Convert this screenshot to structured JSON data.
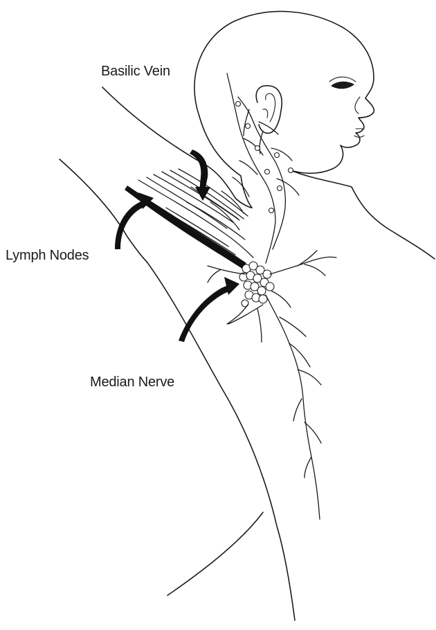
{
  "labels": {
    "basilic_vein": "Basilic Vein",
    "lymph_nodes": "Lymph Nodes",
    "median_nerve": "Median Nerve"
  },
  "colors": {
    "line": "#1a1a1a",
    "arrow": "#111111",
    "background": "#ffffff"
  }
}
